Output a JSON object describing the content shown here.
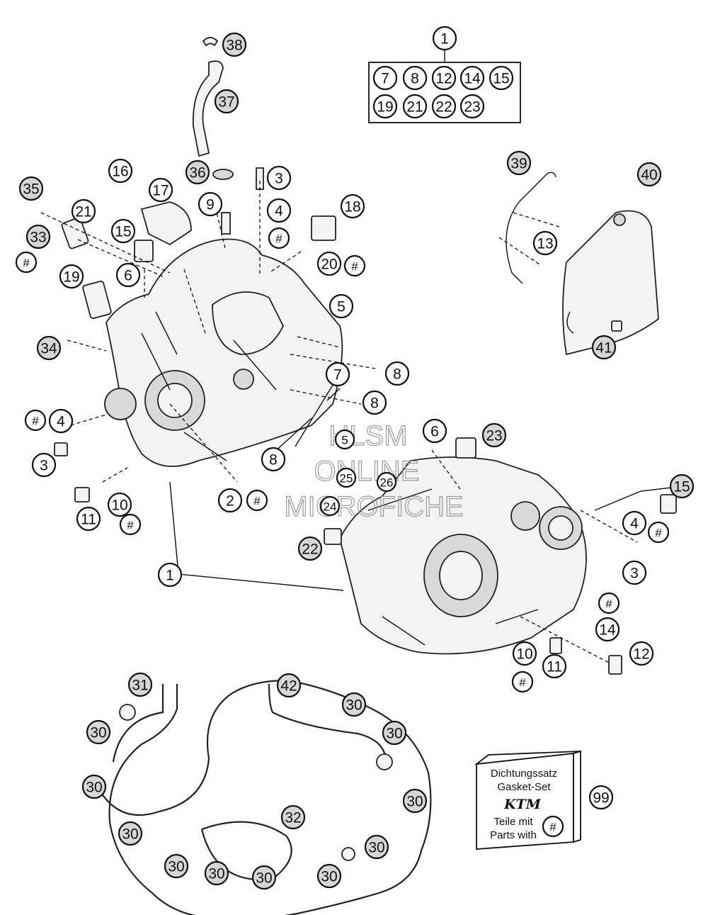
{
  "callouts": {
    "c38": "38",
    "c37": "37",
    "c36": "36",
    "c35": "35",
    "c33": "33",
    "c34": "34",
    "c21a": "21",
    "c16": "16",
    "c17": "17",
    "c15a": "15",
    "c19a": "19",
    "c6a": "6",
    "c9": "9",
    "c3a": "3",
    "c4a": "4",
    "c18": "18",
    "c20": "20",
    "c5": "5",
    "c7": "7",
    "c8a": "8",
    "c8b": "8",
    "c8c": "8",
    "c4b": "4",
    "c3b": "3",
    "c2": "2",
    "c10a": "10",
    "c11a": "11",
    "c1b": "1",
    "c6b": "6",
    "c23a": "23",
    "c22a": "22",
    "c15b": "15",
    "c4c": "4",
    "c3c": "3",
    "c14b": "14",
    "c12b": "12",
    "c10b": "10",
    "c11b": "11",
    "c39": "39",
    "c40": "40",
    "c13": "13",
    "c41": "41",
    "c31": "31",
    "c42": "42",
    "c32": "32",
    "c99": "99",
    "g30a": "30",
    "g30b": "30",
    "g30c": "30",
    "g30d": "30",
    "g30e": "30",
    "g30f": "30",
    "g30g": "30",
    "g30h": "30",
    "g30i": "30",
    "g30j": "30",
    "g30k": "30"
  },
  "hash_symbol": "#",
  "kit_box": {
    "title": "1",
    "row1": [
      "7",
      "8",
      "12",
      "14",
      "15"
    ],
    "row2": [
      "19",
      "21",
      "22",
      "23"
    ]
  },
  "gasket_set": {
    "line1": "Dichtungssatz",
    "line2": "Gasket-Set",
    "logo": "KTM",
    "line3": "Teile mit",
    "line4": "Parts with",
    "hash": "#"
  },
  "watermark": {
    "line1": "HLSM",
    "line2": "ONLINE",
    "line3": "MICROFICHE",
    "overlay_labels": [
      "5",
      "25",
      "26",
      "24"
    ]
  }
}
